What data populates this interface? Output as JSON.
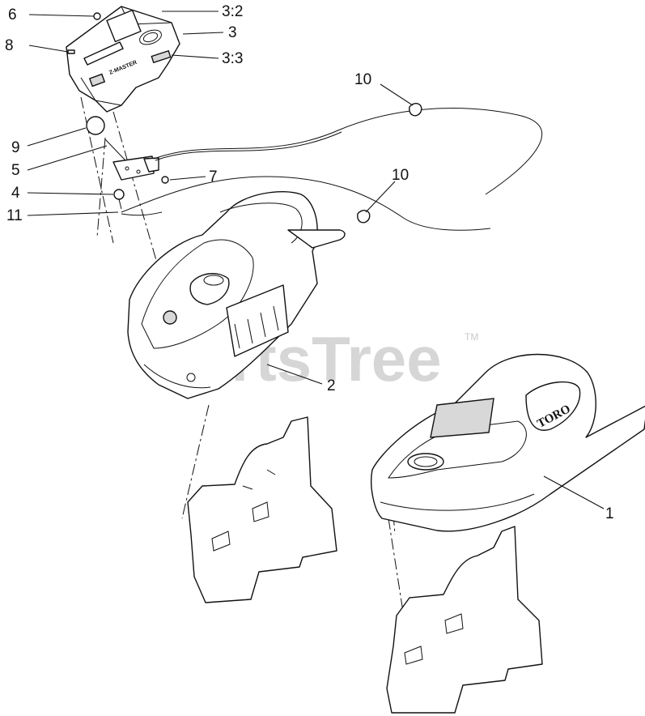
{
  "diagram": {
    "watermark": "PartsTree",
    "watermark_tm": "TM",
    "console_logo": "TORO",
    "panel_decal": "Z-MASTER",
    "callouts": {
      "c6": "6",
      "c8": "8",
      "c3_2": "3:2",
      "c3": "3",
      "c3_3": "3:3",
      "c10a": "10",
      "c9": "9",
      "c5": "5",
      "c7": "7",
      "c10b": "10",
      "c4": "4",
      "c11": "11",
      "c2": "2",
      "c1": "1"
    }
  }
}
